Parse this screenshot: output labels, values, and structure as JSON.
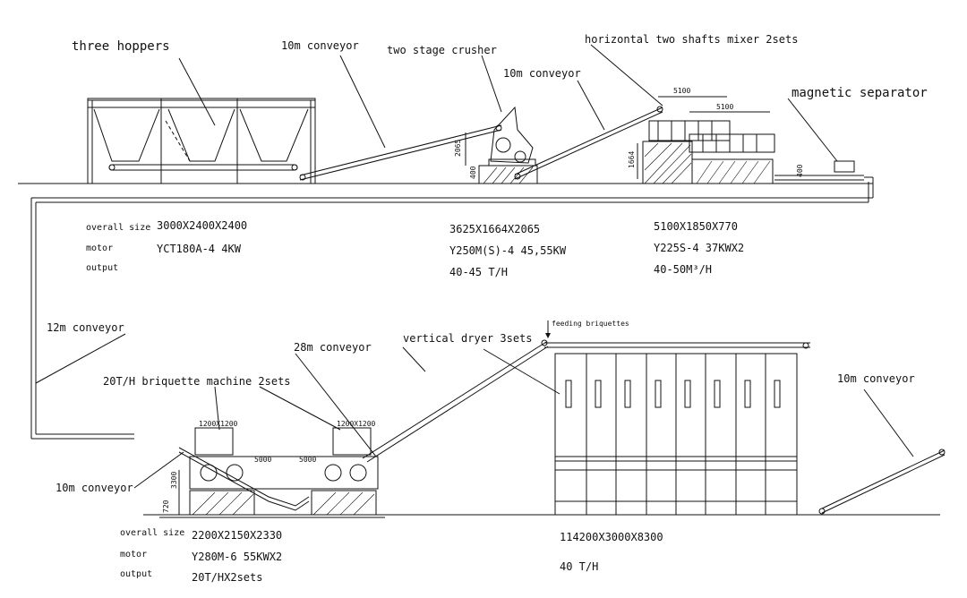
{
  "labels": {
    "three_hoppers": "three hoppers",
    "conveyor_10m_a": "10m conveyor",
    "two_stage_crusher": "two stage crusher",
    "conveyor_10m_b": "10m conveyor",
    "mixer": "horizontal two shafts mixer 2sets",
    "magnetic_separator": "magnetic separator",
    "conveyor_12m": "12m conveyor",
    "conveyor_28m": "28m conveyor",
    "vertical_dryer": "vertical dryer 3sets",
    "feeding_briquettes": "feeding briquettes",
    "briquette_machine": "20T/H briquette machine 2sets",
    "conveyor_10m_c": "10m conveyor",
    "conveyor_10m_d": "10m conveyor"
  },
  "dimensions": {
    "mixer_width": "5100",
    "mixer_inner": "5100",
    "crusher_height": "2065",
    "crusher_base": "400",
    "mixer_height": "1664",
    "separator_height": "400",
    "briquette_height": "3300",
    "briquette_base": "720",
    "briquette_hopper_a": "1200X1200",
    "briquette_hopper_b": "1200X1200",
    "briquette_spacing_a": "5000",
    "briquette_spacing_b": "5000"
  },
  "specs_top": {
    "row_labels": [
      "overall size",
      "motor",
      "output"
    ],
    "hoppers": {
      "size": "3000X2400X2400",
      "motor": "YCT180A-4  4KW"
    },
    "crusher": {
      "size": "3625X1664X2065",
      "motor": "Y250M(S)-4 45,55KW",
      "output": "40-45 T/H"
    },
    "mixer": {
      "size": "5100X1850X770",
      "motor": "Y225S-4   37KWX2",
      "output": "40-50M³/H"
    }
  },
  "specs_bottom": {
    "row_labels": [
      "overall size",
      "motor",
      "output"
    ],
    "briquette": {
      "size": "2200X2150X2330",
      "motor": "Y280M-6 55KWX2",
      "output": "20T/HX2sets"
    },
    "dryer": {
      "size": "114200X3000X8300",
      "output": "40  T/H"
    }
  }
}
